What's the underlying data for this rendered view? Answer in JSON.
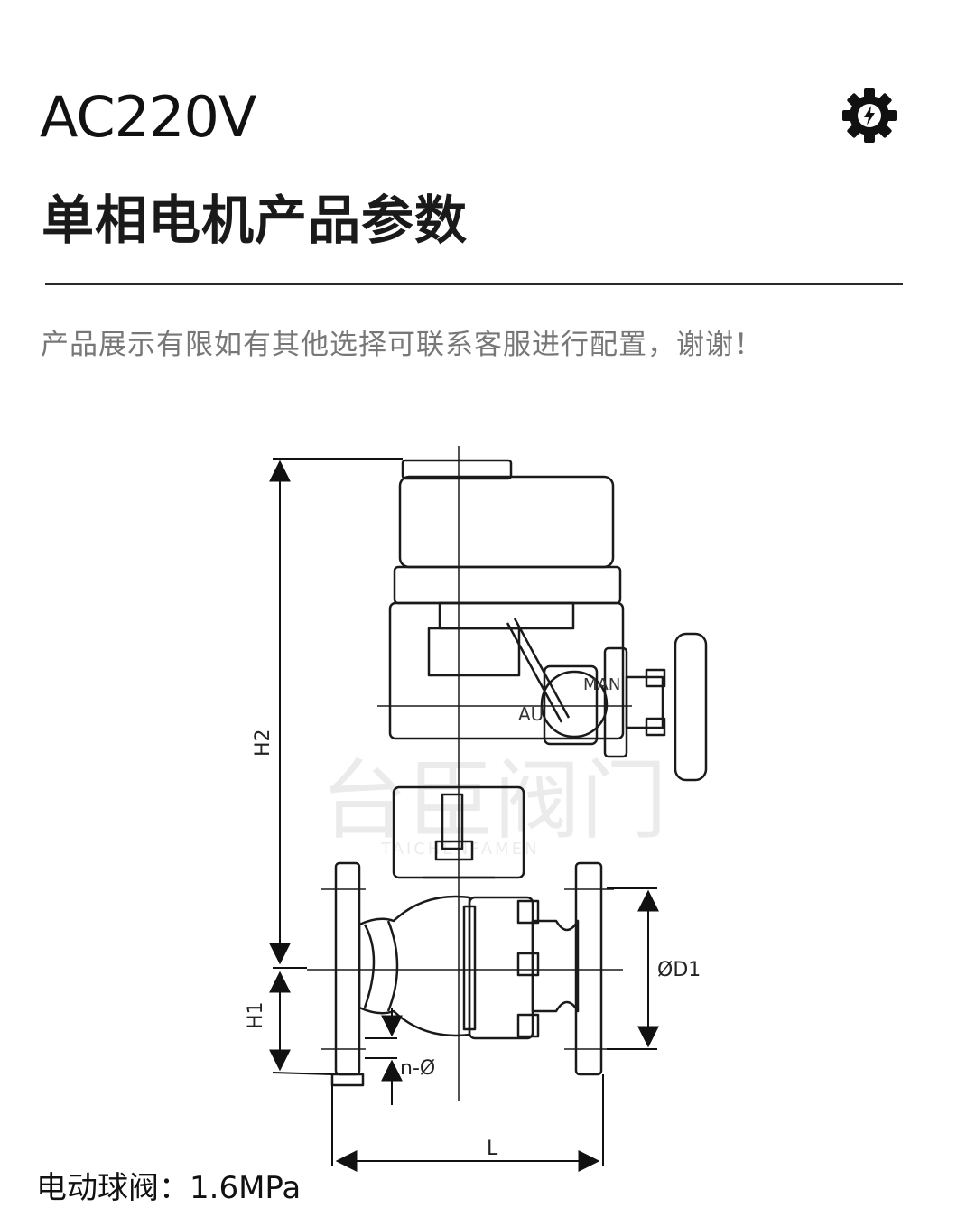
{
  "header": {
    "model": "AC220V",
    "icon": "gear-lightning-icon"
  },
  "section": {
    "title": "单相电机产品参数"
  },
  "notice": "产品展示有限如有其他选择可联系客服进行配置，谢谢！",
  "drawing": {
    "dimensions": {
      "h2": "H2",
      "h1": "H1",
      "d1": "ØD1",
      "n_hole": "n-Ø",
      "l": "L"
    },
    "watermark": {
      "cn": "台臣阀门",
      "en": "TAICHENFAMEN"
    },
    "handwheel_labels": {
      "auto": "AU",
      "manual": "MAN"
    }
  },
  "spec": {
    "line": "电动球阀：1.6MPa"
  }
}
